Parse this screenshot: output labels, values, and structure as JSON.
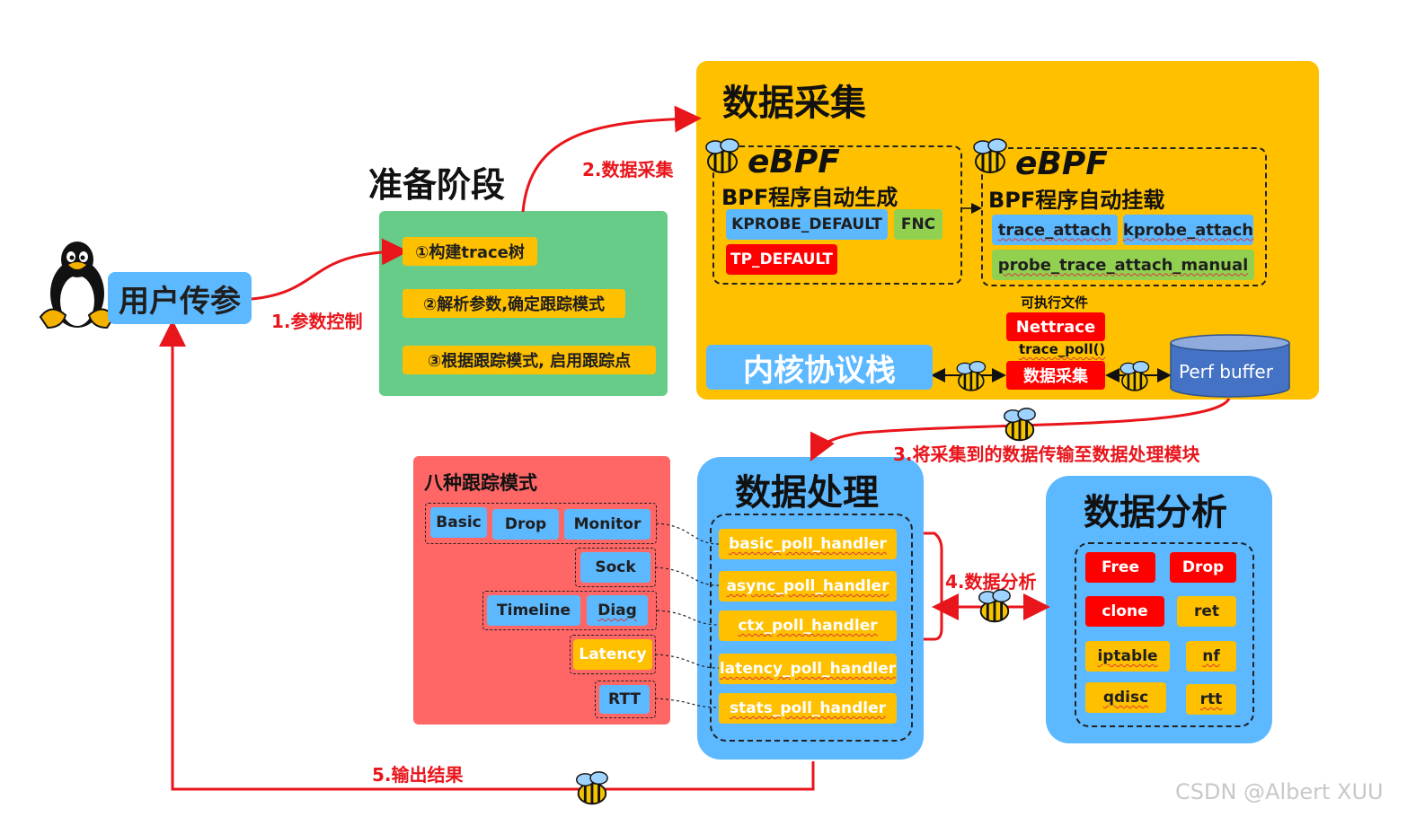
{
  "user": {
    "label": "用户传参"
  },
  "prep": {
    "title": "准备阶段",
    "steps": [
      "①构建trace树",
      "②解析参数,确定跟踪模式",
      "③根据跟踪模式, 启用跟踪点"
    ]
  },
  "arrows": {
    "a1": "1.参数控制",
    "a2": "2.数据采集",
    "a3": "3.将采集到的数据传输至数据处理模块",
    "a4": "4.数据分析",
    "a5": "5.输出结果"
  },
  "collect": {
    "title": "数据采集",
    "ebpf_logo": "eBPF",
    "gen": {
      "title": "BPF程序自动生成",
      "items": [
        "KPROBE_DEFAULT",
        "FNC",
        "TP_DEFAULT"
      ]
    },
    "attach": {
      "title": "BPF程序自动挂载",
      "items": [
        "trace_attach",
        "kprobe_attach",
        "probe_trace_attach_manual"
      ]
    },
    "exec_label": "可执行文件",
    "nettrace": "Nettrace",
    "trace_poll": "trace_poll()",
    "collect_box": "数据采集",
    "kernel": "内核协议栈",
    "perf": "Perf buffer"
  },
  "modes": {
    "title": "八种跟踪模式",
    "items": [
      "Basic",
      "Drop",
      "Monitor",
      "Sock",
      "Timeline",
      "Diag",
      "Latency",
      "RTT"
    ]
  },
  "process": {
    "title": "数据处理",
    "handlers": [
      "basic_poll_handler",
      "async_poll_handler",
      "ctx_poll_handler",
      "latency_poll_handler",
      "stats_poll_handler"
    ]
  },
  "analysis": {
    "title": "数据分析",
    "items": [
      "Free",
      "Drop",
      "clone",
      "ret",
      "iptable",
      "nf",
      "qdisc",
      "rtt"
    ]
  },
  "watermark": "CSDN @Albert XUU",
  "colors": {
    "orange": "#ffc000",
    "green": "#66cc88",
    "blue": "#5cb8ff",
    "red": "#ff6666",
    "arrow": "#e8151b"
  }
}
